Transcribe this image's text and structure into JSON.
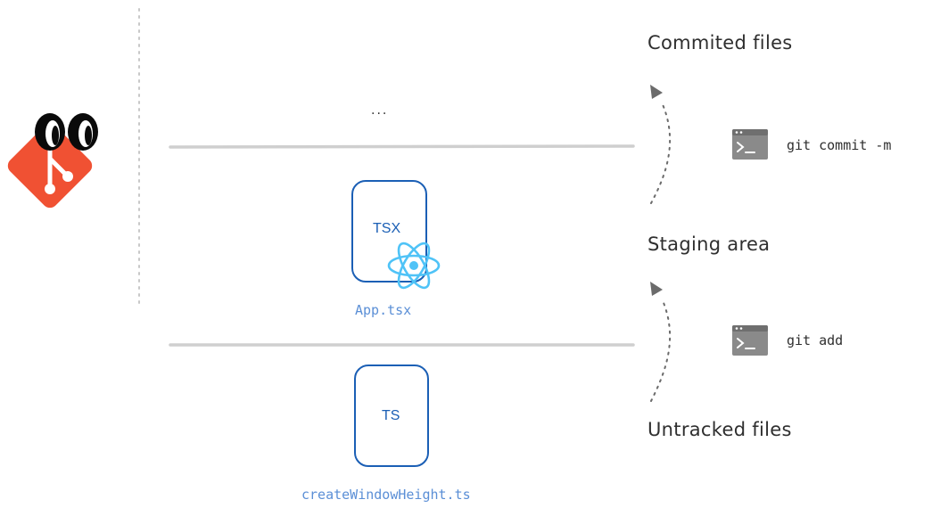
{
  "stages": {
    "committed": "Commited files",
    "staging": "Staging area",
    "untracked": "Untracked files"
  },
  "commands": {
    "commit": "git commit -m",
    "add": "git add"
  },
  "committed_placeholder": "...",
  "files": {
    "staged": {
      "tag": "TSX",
      "name": "App.tsx"
    },
    "untracked": {
      "tag": "TS",
      "name": "createWindowHeight.ts"
    }
  },
  "icons": {
    "logo": "git-logo-with-eyes-icon",
    "terminal": "terminal-icon",
    "react": "react-atom-icon",
    "arrow": "dashed-curved-arrow-up-icon"
  },
  "colors": {
    "git_orange": "#f05133",
    "file_blue": "#1b5fb5",
    "react_cyan": "#4fc3f7",
    "divider": "#cfcfcf",
    "terminal_grey": "#8a8a8a",
    "arrow_grey": "#6b6b6b"
  }
}
